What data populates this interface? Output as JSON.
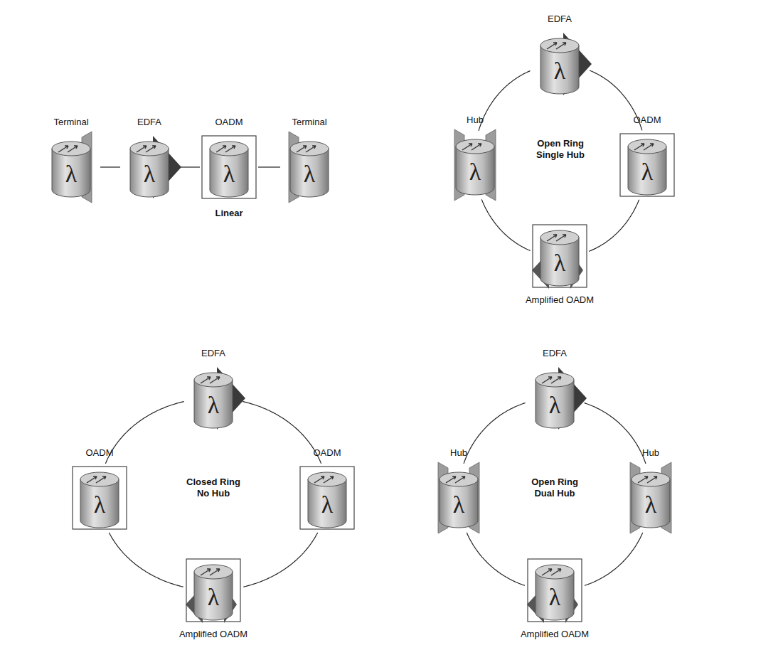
{
  "diagram": {
    "nodes": [
      {
        "text": [
          "Terminal",
          "λ"
        ]
      },
      {
        "text": [
          "EDFA",
          "λ"
        ]
      },
      {
        "text": [
          "OADM",
          "λ"
        ]
      },
      {
        "text": [
          "Terminal",
          "λ"
        ]
      },
      {
        "text": [
          "EDFA",
          "λ"
        ]
      },
      {
        "text": [
          "Hub",
          "λ"
        ]
      },
      {
        "text": [
          "OADM",
          "λ"
        ]
      },
      {
        "text": [
          "Amplified OADM",
          "λ"
        ]
      },
      {
        "text": [
          "EDFA",
          "λ"
        ]
      },
      {
        "text": [
          "OADM",
          "λ"
        ]
      },
      {
        "text": [
          "OADM",
          "λ"
        ]
      },
      {
        "text": [
          "Amplified OADM",
          "λ"
        ]
      },
      {
        "text": [
          "EDFA",
          "λ"
        ]
      },
      {
        "text": [
          "Hub",
          "λ"
        ]
      },
      {
        "text": [
          "Hub",
          "λ"
        ]
      },
      {
        "text": [
          "Amplified OADM",
          "λ"
        ]
      }
    ],
    "edges": [
      {
        "from": 0,
        "to": 1,
        "arrow": "none"
      },
      {
        "from": 1,
        "to": 2,
        "arrow": "none"
      },
      {
        "from": 2,
        "to": 3,
        "arrow": "none"
      },
      {
        "from": 5,
        "to": 4,
        "arrow": "none"
      },
      {
        "from": 4,
        "to": 6,
        "arrow": "none"
      },
      {
        "from": 6,
        "to": 7,
        "arrow": "none"
      },
      {
        "from": 7,
        "to": 5,
        "arrow": "none"
      },
      {
        "from": 9,
        "to": 8,
        "arrow": "none"
      },
      {
        "from": 8,
        "to": 10,
        "arrow": "none"
      },
      {
        "from": 10,
        "to": 11,
        "arrow": "none"
      },
      {
        "from": 11,
        "to": 9,
        "arrow": "none"
      },
      {
        "from": 13,
        "to": 12,
        "arrow": "none"
      },
      {
        "from": 12,
        "to": 14,
        "arrow": "none"
      },
      {
        "from": 14,
        "to": 15,
        "arrow": "none"
      },
      {
        "from": 15,
        "to": 13,
        "arrow": "none"
      }
    ],
    "labels": [
      "Linear",
      "Open Ring Single Hub",
      "Closed Ring No Hub",
      "Open Ring Dual Hub"
    ]
  }
}
